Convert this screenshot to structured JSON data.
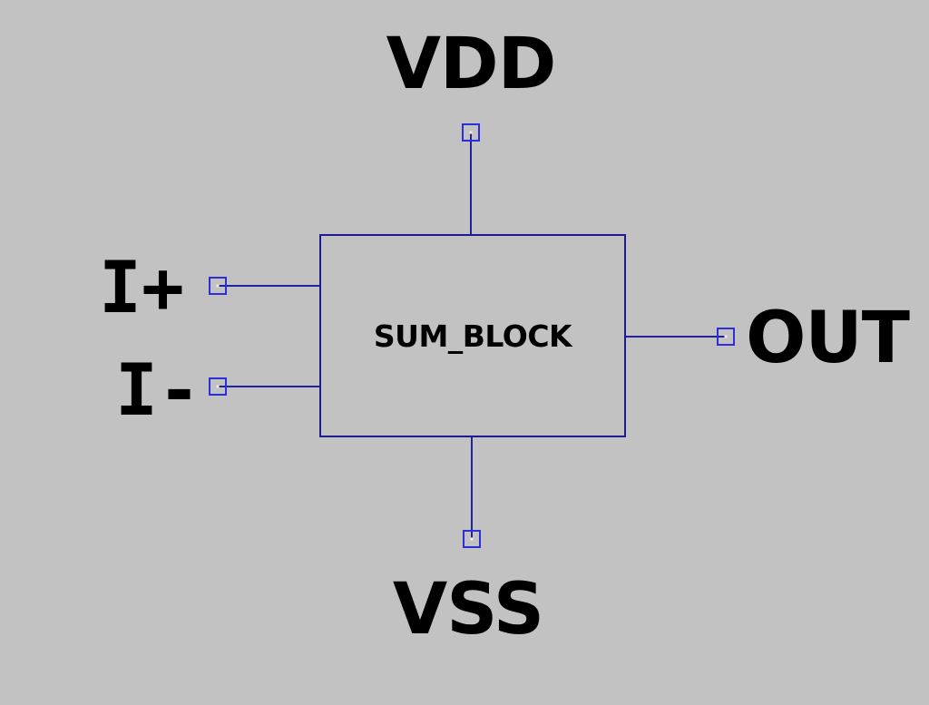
{
  "block": {
    "name": "SUM_BLOCK"
  },
  "ports": {
    "vdd": {
      "label": "VDD",
      "side": "top"
    },
    "iplus": {
      "label": "I+",
      "side": "left"
    },
    "iminus": {
      "label": "I-",
      "side": "left"
    },
    "out": {
      "label": "OUT",
      "side": "right"
    },
    "vss": {
      "label": "VSS",
      "side": "bottom"
    }
  },
  "colors": {
    "background": "#c2c2c2",
    "block_border": "#1c1c90",
    "wire": "#22229a",
    "pin_border": "#2d2dd9",
    "pin_dot": "#ececec",
    "label_text": "#000000"
  }
}
